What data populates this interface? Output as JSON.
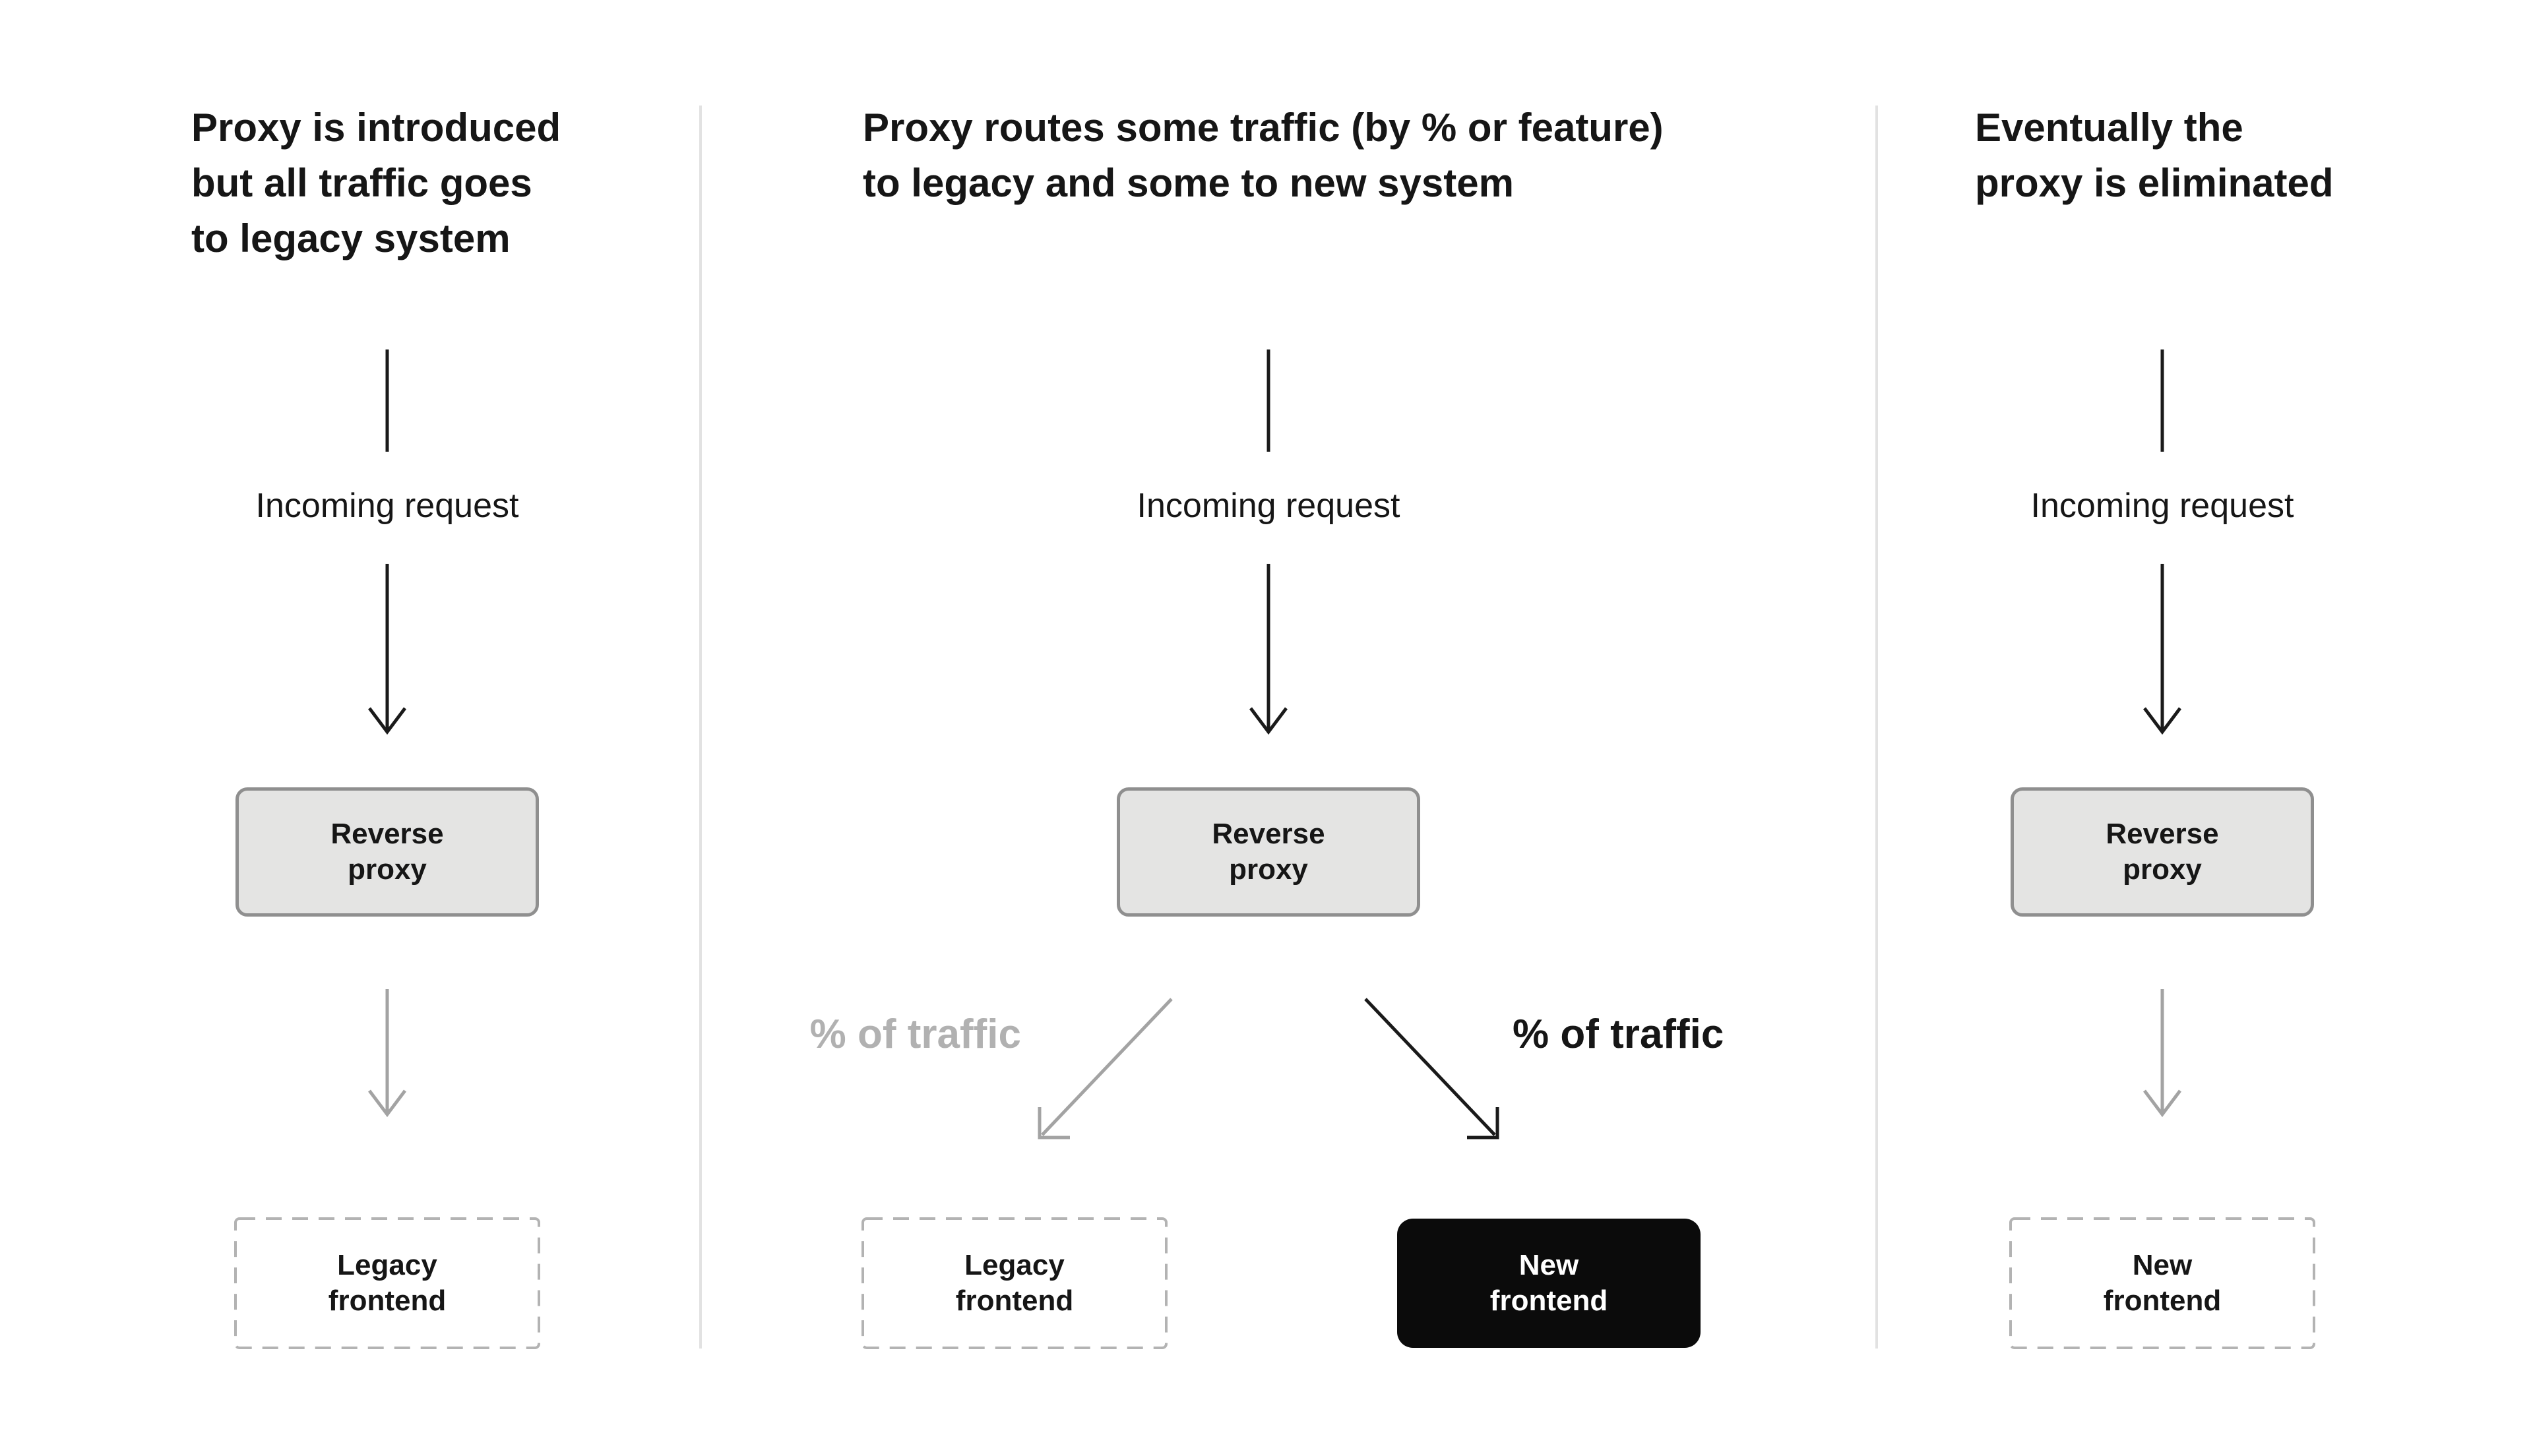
{
  "diagram": {
    "subject": "Reverse proxy migration stages",
    "colors": {
      "background": "#ffffff",
      "text": "#161616",
      "muted_label_gray": "#b1b1b1",
      "arrow_gray": "#a3a3a3",
      "arrow_black": "#1a1a1a",
      "divider_gray": "#e2e2e2",
      "proxy_box_fill": "#e4e4e3",
      "proxy_box_border": "#8f8f8f",
      "dashed_box_border": "#b3b3b3",
      "black_box_fill": "#0b0b0b",
      "black_box_text": "#ffffff"
    },
    "panels": [
      {
        "title": "Proxy is introduced\nbut all traffic goes\nto legacy system",
        "incoming_label": "Incoming request",
        "proxy_label": "Reverse\nproxy",
        "bottom_boxes": [
          {
            "label": "Legacy\nfrontend",
            "variant": "dashed"
          }
        ]
      },
      {
        "title": "Proxy routes some traffic (by % or feature)\nto legacy and some to new system",
        "incoming_label": "Incoming request",
        "proxy_label": "Reverse\nproxy",
        "traffic_left_label": "% of traffic",
        "traffic_right_label": "% of traffic",
        "bottom_boxes": [
          {
            "label": "Legacy\nfrontend",
            "variant": "dashed"
          },
          {
            "label": "New\nfrontend",
            "variant": "solid-black"
          }
        ]
      },
      {
        "title": "Eventually the\nproxy is eliminated",
        "incoming_label": "Incoming request",
        "proxy_label": "Reverse\nproxy",
        "bottom_boxes": [
          {
            "label": "New\nfrontend",
            "variant": "dashed"
          }
        ]
      }
    ]
  }
}
